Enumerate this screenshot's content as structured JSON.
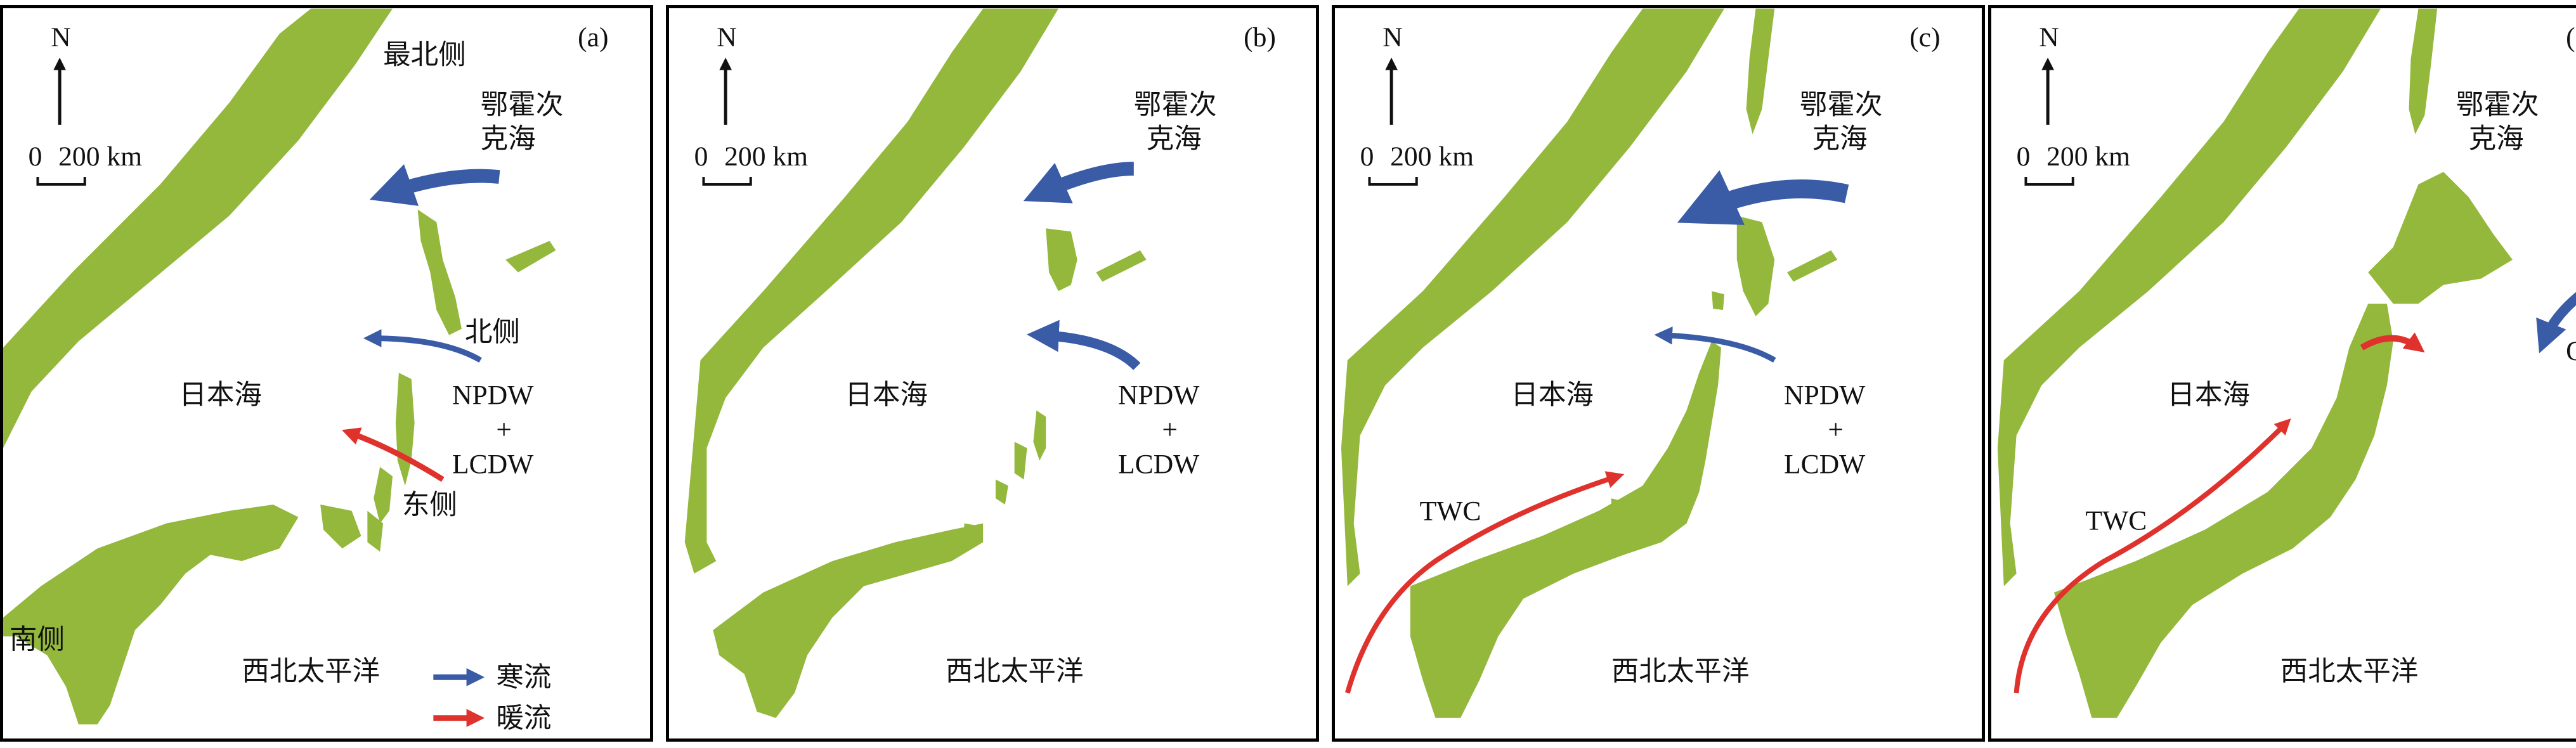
{
  "colors": {
    "land": "#93b83c",
    "cold_current": "#3a5ba6",
    "warm_current": "#e0322c",
    "frame": "#000000"
  },
  "common": {
    "north": "N",
    "scale_zero": "0",
    "scale_text": "200 km",
    "sea_of_japan": "日本海",
    "nw_pacific": "西北太平洋",
    "okhotsk_line1": "鄂霍次",
    "okhotsk_line2": "克海"
  },
  "panels": [
    {
      "id": "(a)",
      "labels": {
        "northernmost": "最北侧",
        "north_side": "北侧",
        "east_side": "东侧",
        "south_side": "南侧",
        "npdw": "NPDW",
        "plus": "+",
        "lcdw": "LCDW"
      },
      "legend": {
        "cold": "寒流",
        "warm": "暖流"
      }
    },
    {
      "id": "(b)",
      "labels": {
        "npdw": "NPDW",
        "plus": "+",
        "lcdw": "LCDW"
      }
    },
    {
      "id": "(c)",
      "labels": {
        "twc": "TWC",
        "npdw": "NPDW",
        "plus": "+",
        "lcdw": "LCDW"
      }
    },
    {
      "id": "(d)",
      "labels": {
        "twc": "TWC",
        "oc": "OC"
      }
    }
  ]
}
